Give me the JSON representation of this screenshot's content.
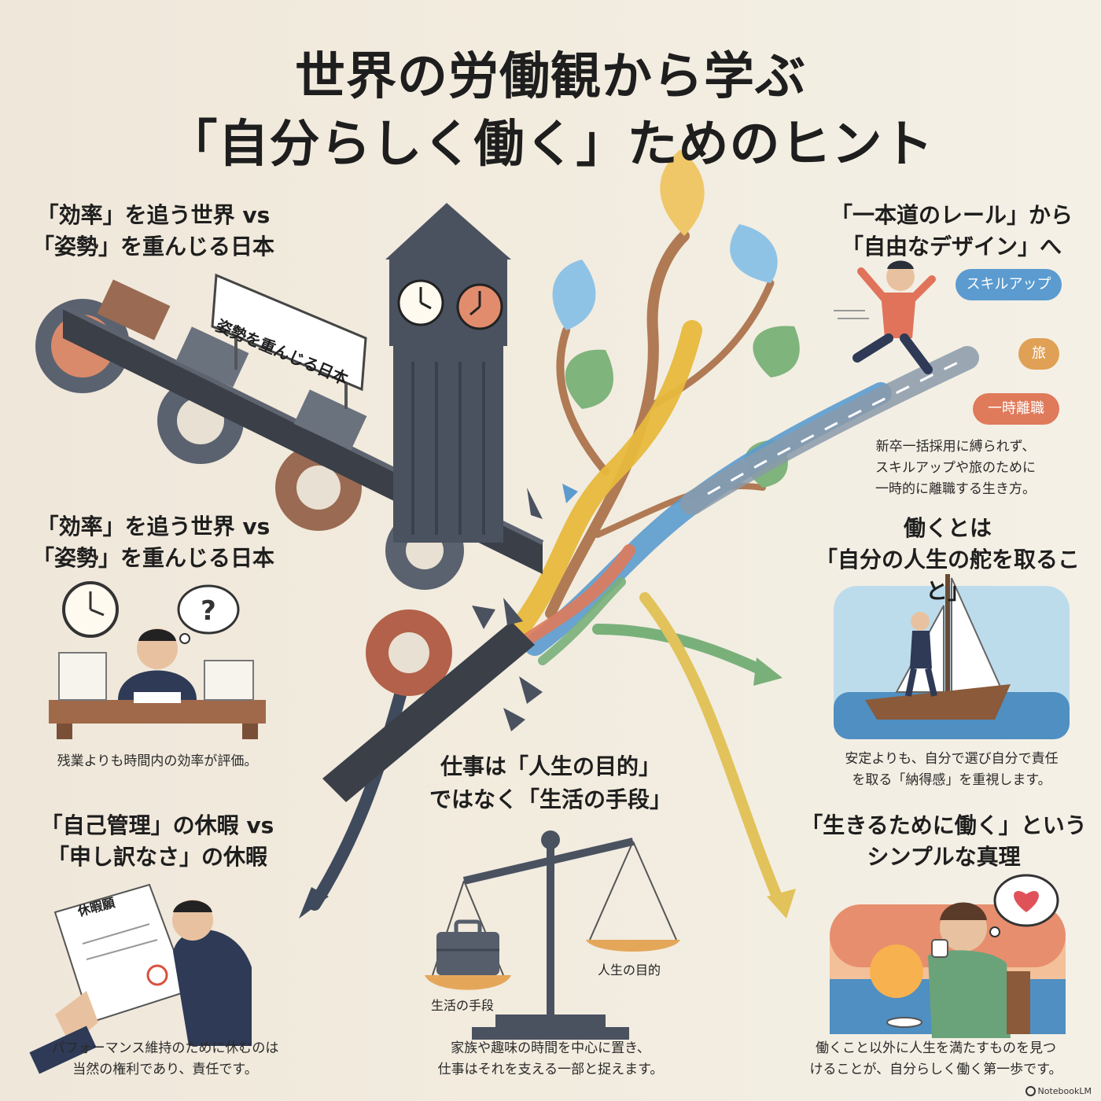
{
  "title": {
    "line1": "世界の労働観から学ぶ",
    "line2": "「自分らしく働く」ためのヒント"
  },
  "left": {
    "s1_heading_a": "「効率」を追う世界 vs",
    "s1_heading_b": "「姿勢」を重んじる日本",
    "sign_text": "姿勢を重んじる日本",
    "s2_heading_a": "「効率」を追う世界 vs",
    "s2_heading_b": "「姿勢」を重んじる日本",
    "s2_caption": "残業よりも時間内の効率が評価。",
    "s3_heading_a": "「自己管理」の休暇 vs",
    "s3_heading_b": "「申し訳なさ」の休暇",
    "doc_label": "休暇願",
    "s3_caption_a": "パフォーマンス維持のために休むのは",
    "s3_caption_b": "当然の権利であり、責任です。"
  },
  "center": {
    "heading_a": "仕事は「人生の目的」",
    "heading_b": "ではなく「生活の手段」",
    "scale_left_label": "生活の手段",
    "scale_right_label": "人生の目的",
    "caption_a": "家族や趣味の時間を中心に置き、",
    "caption_b": "仕事はそれを支える一部と捉えます。"
  },
  "right": {
    "s1_heading_a": "「一本道のレール」から",
    "s1_heading_b": "「自由なデザイン」へ",
    "tags": [
      {
        "label": "スキルアップ",
        "color": "#5b9bcf"
      },
      {
        "label": "旅",
        "color": "#e0a055"
      },
      {
        "label": "一時離職",
        "color": "#df7a5a"
      }
    ],
    "s1_caption_a": "新卒一括採用に縛られず、",
    "s1_caption_b": "スキルアップや旅のために",
    "s1_caption_c": "一時的に離職する生き方。",
    "s2_heading_a": "働くとは",
    "s2_heading_b": "「自分の人生の舵を取ること」",
    "s2_caption_a": "安定よりも、自分で選び自分で責任",
    "s2_caption_b": "を取る「納得感」を重視します。",
    "s3_heading_a": "「生きるために働く」という",
    "s3_heading_b": "シンプルな真理",
    "s3_caption_a": "働くこと以外に人生を満たすものを見つ",
    "s3_caption_b": "けることが、自分らしく働く第一歩です。"
  },
  "footer": {
    "brand": "NotebookLM"
  },
  "colors": {
    "dark_slate": "#4a5260",
    "accent_orange": "#df7a5a",
    "accent_blue": "#5b9bcf",
    "accent_yellow": "#e7b93c",
    "accent_green": "#79b07a"
  },
  "icons": [
    "clock-icon",
    "gear-icon",
    "conveyor-belt-icon",
    "clock-tower-icon",
    "tree-icon",
    "question-bubble-icon",
    "heart-bubble-icon",
    "sailboat-icon",
    "balance-scale-icon",
    "briefcase-icon",
    "sun-icon",
    "arrow-icon"
  ]
}
